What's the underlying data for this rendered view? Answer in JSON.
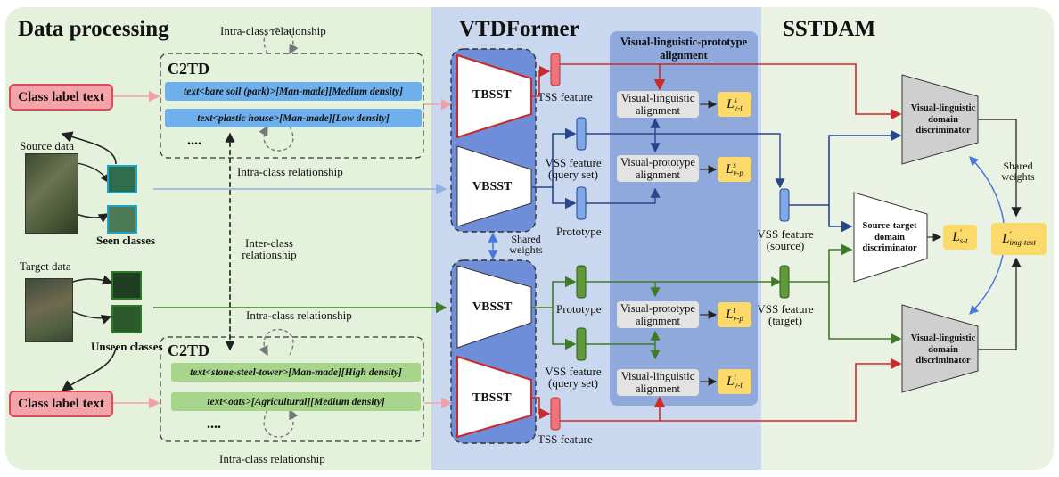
{
  "sections": {
    "data_processing": "Data processing",
    "vtdformer": "VTDFormer",
    "sstdam": "SSTDAM",
    "vlp_alignment": "Visual-linguistic-prototype alignment"
  },
  "c2td": {
    "title": "C2TD",
    "source_items": [
      "text<bare soil (park)>[Man-made][Medium density]",
      "text<plastic house>[Man-made][Low density]"
    ],
    "target_items": [
      "text<stone-steel-tower>[Man-made][High density]",
      "text<oats>[Agricultural][Medium density]"
    ],
    "ellipsis": "...."
  },
  "labels": {
    "class_label_text": "Class label text",
    "source_data": "Source data",
    "seen_classes": "Seen classes",
    "target_data": "Target data",
    "unseen_classes": "Unseen classes",
    "intra_class": "Intra-class relationship",
    "inter_class": "Inter-class relationship",
    "shared_weights": "Shared weights",
    "tbsst": "TBSST",
    "vbsst": "VBSST",
    "tss_feature": "TSS feature",
    "vss_feature_query": "VSS feature (query set)",
    "prototype": "Prototype",
    "vss_source": "VSS feature (source)",
    "vss_target": "VSS feature (target)",
    "visual_linguistic_alignment": "Visual-linguistic alignment",
    "visual_prototype_alignment": "Visual-prototype alignment",
    "vl_discriminator": "Visual-linguistic domain discriminator",
    "st_discriminator": "Source-target domain discriminator"
  },
  "losses": {
    "l_vt_s": "L^s_v-t",
    "l_vp_s": "L^s_v-p",
    "l_vp_t": "L^t_v-p",
    "l_vt_t": "L^t_v-t",
    "l_st": "L'_s-t",
    "l_img_text": "L'_img-text"
  },
  "colors": {
    "left_bg": "#e4f1db",
    "middle_bg": "#c9d8ef",
    "vlp_bg": "#8fa9dd",
    "right_bg": "#eaf3e3",
    "source_arrow": "#27468b",
    "target_arrow": "#3f7a26",
    "text_arrow": "#cc2a2a",
    "pink_arrow": "#f1a0aa"
  }
}
